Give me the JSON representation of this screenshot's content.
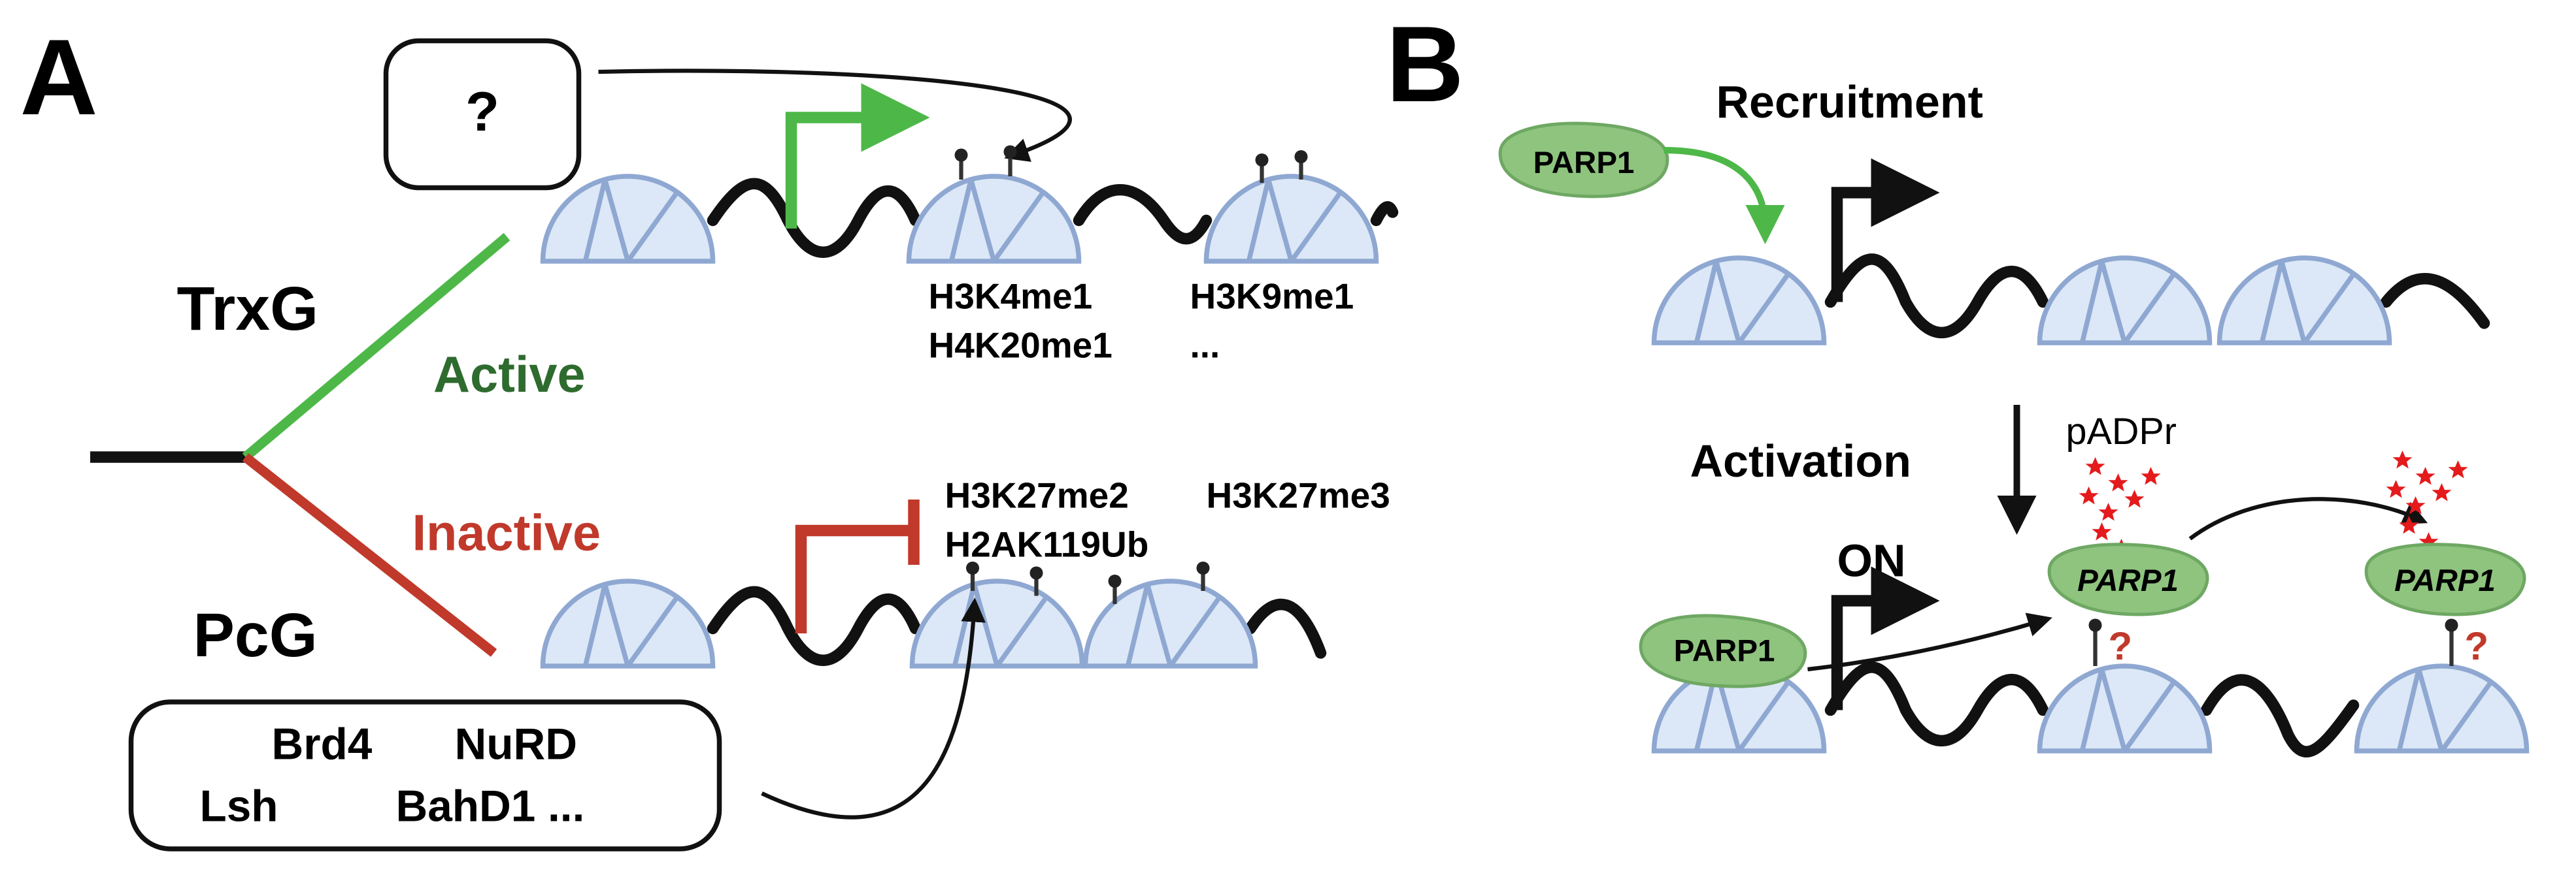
{
  "panelA": {
    "label": "A",
    "question_box": "?",
    "trxg": "TrxG",
    "active": "Active",
    "inactive": "Inactive",
    "pcg": "PcG",
    "active_marks": [
      "H3K4me1",
      "H3K9me1",
      "H4K20me1",
      "..."
    ],
    "inactive_marks": [
      "H3K27me2",
      "H3K27me3",
      "H2AK119Ub"
    ],
    "factors": [
      "Brd4",
      "NuRD",
      "Lsh",
      "BahD1 ..."
    ]
  },
  "panelB": {
    "label": "B",
    "recruitment": "Recruitment",
    "activation": "Activation",
    "on": "ON",
    "padpr": "pADPr",
    "parp1": "PARP1",
    "question": "?"
  },
  "colors": {
    "active": "#2e6b2e",
    "inactive": "#c0392b",
    "green_arrow": "#4db848",
    "red_arrow": "#c0392b",
    "star": "#e41a1c"
  }
}
